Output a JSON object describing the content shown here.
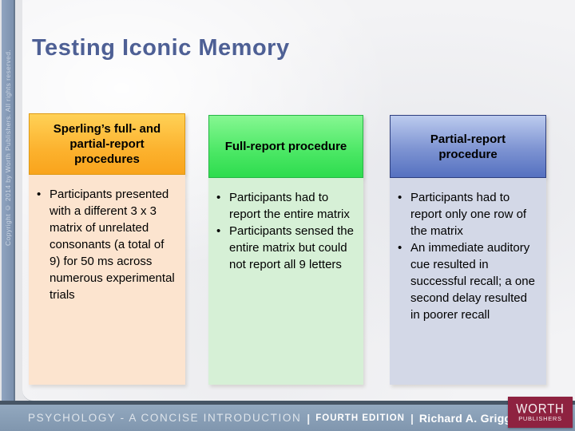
{
  "slide": {
    "title": "Testing Iconic Memory",
    "copyright": "Copyright © 2014 by Worth Publishers. All rights reserved."
  },
  "bullet_glyph": "•",
  "columns": [
    {
      "header": "Sperling’s full- and partial-report procedures",
      "bullets": [
        "Participants presented with a different 3 x 3 matrix of unrelated consonants (a total of 9) for 50 ms across numerous experimental trials"
      ]
    },
    {
      "header": "Full-report procedure",
      "bullets": [
        "Participants had to report the entire matrix",
        "Participants sensed the entire matrix but could not report all 9 letters"
      ]
    },
    {
      "header": "Partial-report procedure",
      "bullets": [
        "Participants had to report only one row of the matrix",
        "An immediate auditory cue resulted in successful recall; a one second delay resulted in poorer recall"
      ]
    }
  ],
  "footer": {
    "book_title": "PSYCHOLOGY - A CONCISE INTRODUCTION",
    "separator": "|",
    "edition": "FOURTH EDITION",
    "author": "Richard A. Griggs",
    "publisher_line1": "WORTH",
    "publisher_line2": "PUBLISHERS"
  },
  "colors": {
    "title_text": "#4e6095",
    "sidebar_bar": "#8399b6",
    "header_orange_top": "#ffd156",
    "header_orange_bottom": "#f9a41c",
    "header_orange_border": "#e09a12",
    "body_peach": "#fce4cf",
    "header_green_top": "#86f792",
    "header_green_bottom": "#2edc4e",
    "header_green_border": "#27b747",
    "body_green": "#d6f0d6",
    "header_blue_top": "#bccbee",
    "header_blue_bottom": "#5571c0",
    "header_blue_border": "#2f4080",
    "body_blue": "#d3d8e7",
    "footer_band": "#8ba1b8",
    "footer_darkline": "#465565",
    "publisher_maroon": "#8e2240"
  }
}
